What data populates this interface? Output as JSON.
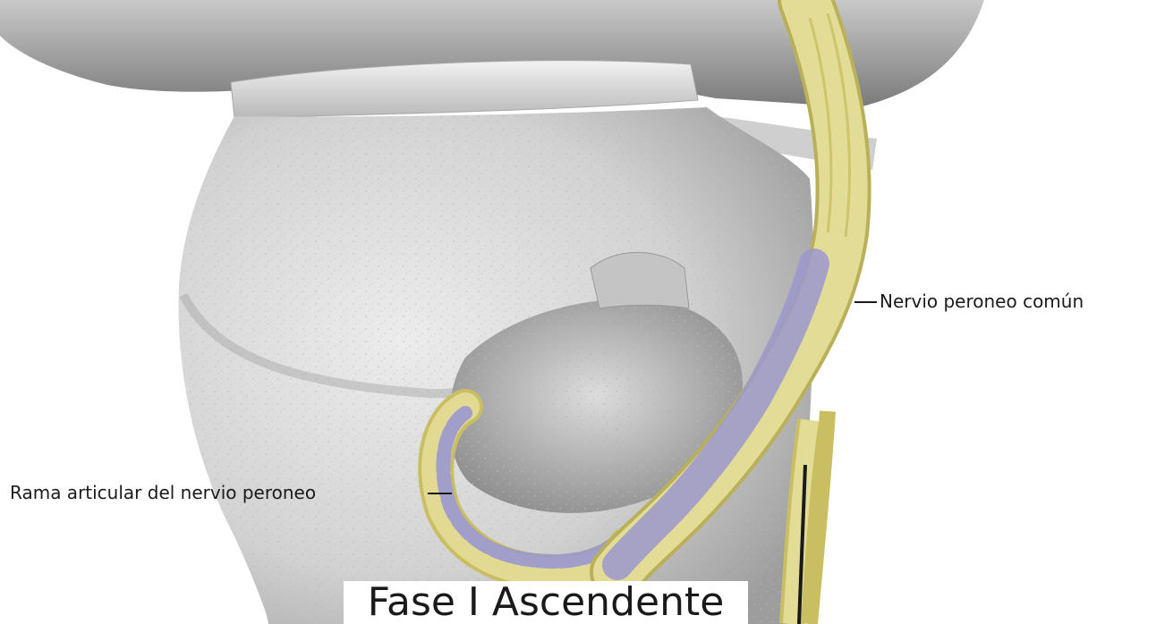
{
  "labels": {
    "common_peroneal_nerve": "Nervio peroneo común",
    "articular_branch": "Rama articular del nervio peroneo"
  },
  "caption": "Fase I Ascendente",
  "colors": {
    "bone": "#d9d9d9",
    "bone_shadow": "#9a9a9a",
    "nerve": "#dfd78a",
    "nerve_edge": "#b9b058",
    "inflamed_core": "#9a98cf",
    "leader_line": "#1a1a1a"
  }
}
